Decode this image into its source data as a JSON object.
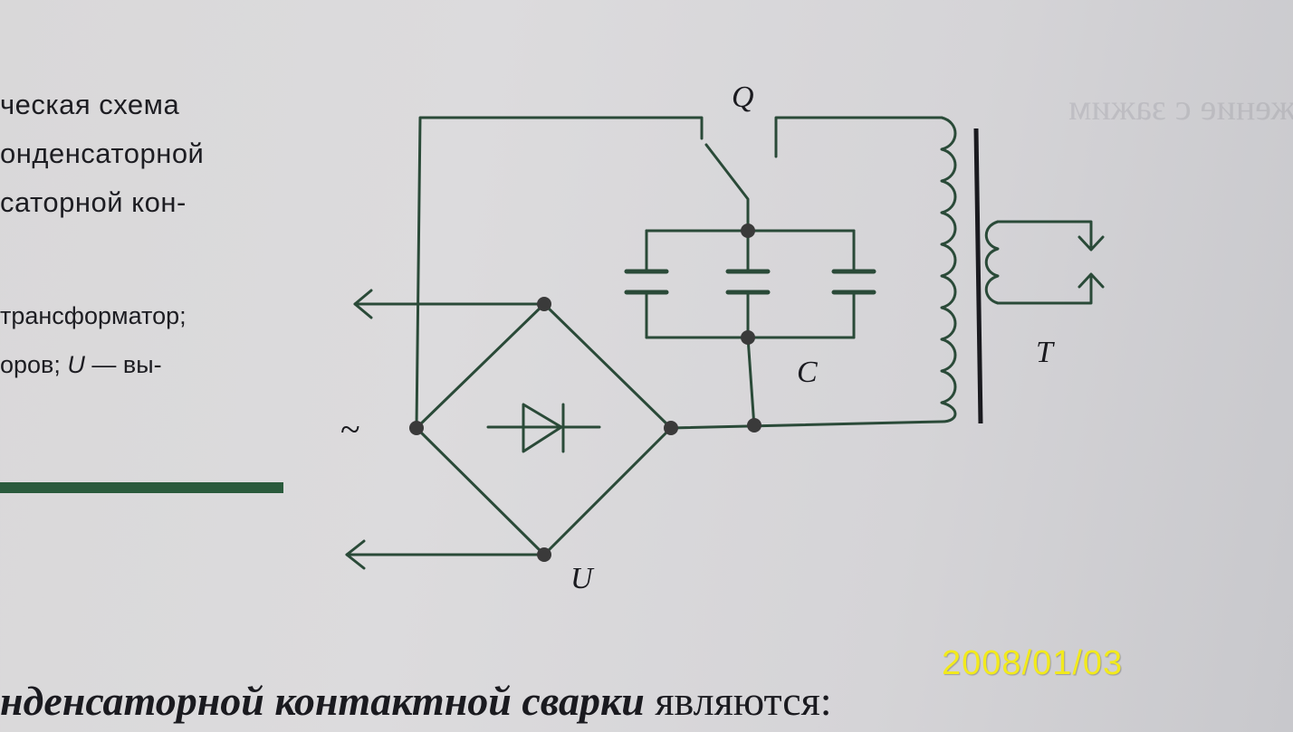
{
  "caption": {
    "lines": [
      "ческая схема",
      "онденсаторной",
      "саторной кон-"
    ],
    "line4": "трансформатор;",
    "line5_pre": "оров; ",
    "line5_sym": "U",
    "line5_post": " — вы-"
  },
  "circuit": {
    "switch_label": "Q",
    "capacitor_label": "C",
    "transformer_label": "T",
    "rectifier_label": "U",
    "ac_symbol": "~"
  },
  "bottom_line": {
    "italic": "нденсаторной контактной сварки",
    "regular": " являются:"
  },
  "date_stamp": "2008/01/03"
}
